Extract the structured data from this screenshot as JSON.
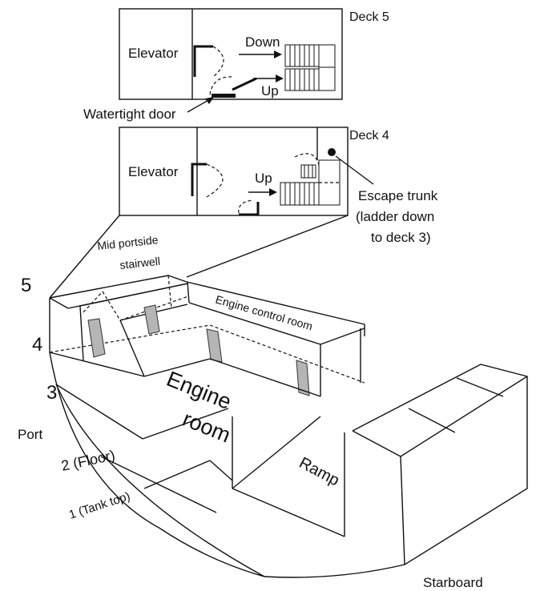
{
  "deck5": {
    "title": "Deck 5",
    "elevator_label": "Elevator",
    "down_label": "Down",
    "up_label": "Up"
  },
  "watertight_door_label": "Watertight door",
  "deck4": {
    "title": "Deck 4",
    "elevator_label": "Elevator",
    "up_label": "Up",
    "escape_trunk_lines": [
      "Escape trunk",
      "(ladder down",
      "to deck 3)"
    ]
  },
  "hull": {
    "stairwell_lines": [
      "Mid portside",
      "stairwell"
    ],
    "engine_control_room_label": "Engine control room",
    "engine_room_lines": [
      "Engine",
      "room"
    ],
    "ramp_label": "Ramp",
    "port_label": "Port",
    "starboard_label": "Starboard",
    "deck_labels": [
      "5",
      "4",
      "3",
      "2 (Floor)",
      "1 (Tank top)"
    ]
  },
  "colors": {
    "line": "#111111",
    "door_fill": "#b5b5b5",
    "background": "#ffffff"
  }
}
